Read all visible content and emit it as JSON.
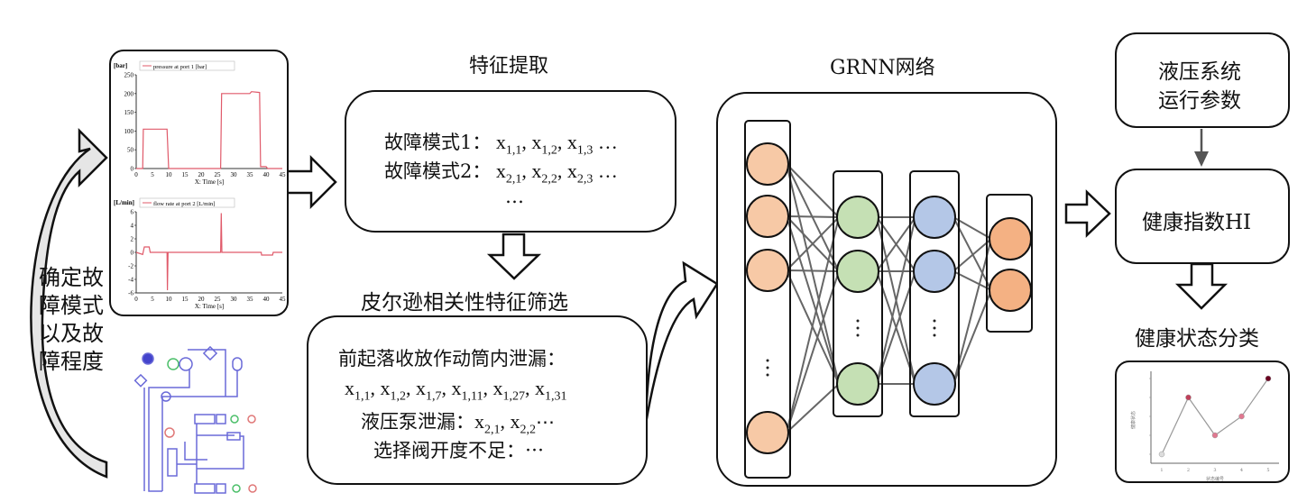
{
  "left_loop": {
    "text_lines": [
      "确定故",
      "障模式",
      "以及故",
      "障程度"
    ]
  },
  "simulation_plots": {
    "pressure_chart": {
      "type": "line",
      "ylabel": "[bar]",
      "legend": "pressure at port 1 [bar]",
      "xlabel": "X: Time [s]",
      "y_ticks": [
        "0",
        "50",
        "100",
        "150",
        "200",
        "250"
      ],
      "x_ticks": [
        "0",
        "5",
        "10",
        "15",
        "20",
        "25",
        "30",
        "35",
        "40",
        "45"
      ],
      "xlim": [
        0,
        45
      ],
      "ylim": [
        0,
        250
      ],
      "points": [
        [
          0,
          0
        ],
        [
          2,
          0
        ],
        [
          2.2,
          105
        ],
        [
          9.5,
          105
        ],
        [
          10,
          0
        ],
        [
          26,
          0
        ],
        [
          26.3,
          200
        ],
        [
          35,
          200
        ],
        [
          35.5,
          205
        ],
        [
          38,
          203
        ],
        [
          38.3,
          5
        ],
        [
          40,
          5
        ],
        [
          40.5,
          0
        ],
        [
          45,
          0
        ]
      ]
    },
    "flow_chart": {
      "type": "line",
      "ylabel": "[L/min]",
      "legend": "flow rate at port 2 [L/min]",
      "xlabel": "X: Time [s]",
      "y_ticks": [
        "-6",
        "-4",
        "-2",
        "0",
        "2",
        "4",
        "6"
      ],
      "x_ticks": [
        "0",
        "5",
        "10",
        "15",
        "20",
        "25",
        "30",
        "35",
        "40",
        "45"
      ],
      "xlim": [
        0,
        45
      ],
      "ylim": [
        -6,
        6
      ],
      "points": [
        [
          0,
          0
        ],
        [
          2,
          -0.3
        ],
        [
          2.5,
          0.8
        ],
        [
          4,
          0.8
        ],
        [
          4.3,
          0
        ],
        [
          9.5,
          0
        ],
        [
          9.6,
          -5.6
        ],
        [
          9.8,
          0
        ],
        [
          26,
          0
        ],
        [
          26.2,
          5.8
        ],
        [
          26.4,
          0
        ],
        [
          38.5,
          0
        ],
        [
          38.6,
          -0.4
        ],
        [
          42,
          -0.4
        ],
        [
          42.2,
          0
        ],
        [
          45,
          0
        ]
      ]
    }
  },
  "feature_extraction": {
    "title": "特征提取",
    "rows": [
      {
        "label": "故障模式1：",
        "vars": [
          "x<sub>1,1</sub>",
          "x<sub>1,2</sub>",
          "x<sub>1,3</sub>"
        ],
        "suffix": " …"
      },
      {
        "label": "故障模式2：",
        "vars": [
          "x<sub>2,1</sub>",
          "x<sub>2,2</sub>",
          "x<sub>2,3</sub>"
        ],
        "suffix": " …"
      }
    ],
    "ellipsis": "…"
  },
  "pearson_selection": {
    "title": "皮尔逊相关性特征筛选",
    "line1": "前起落收放作动筒内泄漏：",
    "line2_vars": [
      "x<sub>1,1</sub>",
      "x<sub>1,2</sub>",
      "x<sub>1,7</sub>",
      "x<sub>1,11</sub>",
      "x<sub>1,27</sub>",
      "x<sub>1,31</sub>"
    ],
    "line3_label": "液压泵泄漏：",
    "line3_vars": [
      "x<sub>2,1</sub>",
      "x<sub>2,2</sub>"
    ],
    "line3_suffix": "⋯",
    "line4": "选择阀开度不足：⋯"
  },
  "grnn": {
    "title": "GRNN网络",
    "layers": [
      {
        "name": "input",
        "nodes": 4,
        "ellipsis": true,
        "color": "#f7c9a6"
      },
      {
        "name": "pattern",
        "nodes": 3,
        "ellipsis": true,
        "color": "#c5e0b4"
      },
      {
        "name": "summation",
        "nodes": 3,
        "ellipsis": true,
        "color": "#b4c7e7"
      },
      {
        "name": "output",
        "nodes": 2,
        "ellipsis": false,
        "color": "#f4b183"
      }
    ]
  },
  "hydraulic_params": {
    "line1": "液压系统",
    "line2": "运行参数"
  },
  "health_index": {
    "label": "健康指数HI"
  },
  "health_classification": {
    "title": "健康状态分类",
    "chart_data": {
      "type": "line",
      "categories": [
        "1",
        "2",
        "3",
        "4",
        "5"
      ],
      "values": [
        0,
        3,
        1,
        2,
        4
      ],
      "xlabel": "状态编号",
      "ylabel": "健康状态",
      "ylim": [
        0,
        4
      ],
      "point_colors": [
        "#dddddd",
        "#c0405a",
        "#e07890",
        "#e07890",
        "#6a0020"
      ]
    }
  },
  "colors": {
    "line": "#111111",
    "plot_line": "#e05a6a",
    "grnn_edge": "#666666",
    "arrow_fill_grey": "#e6e6e6"
  }
}
